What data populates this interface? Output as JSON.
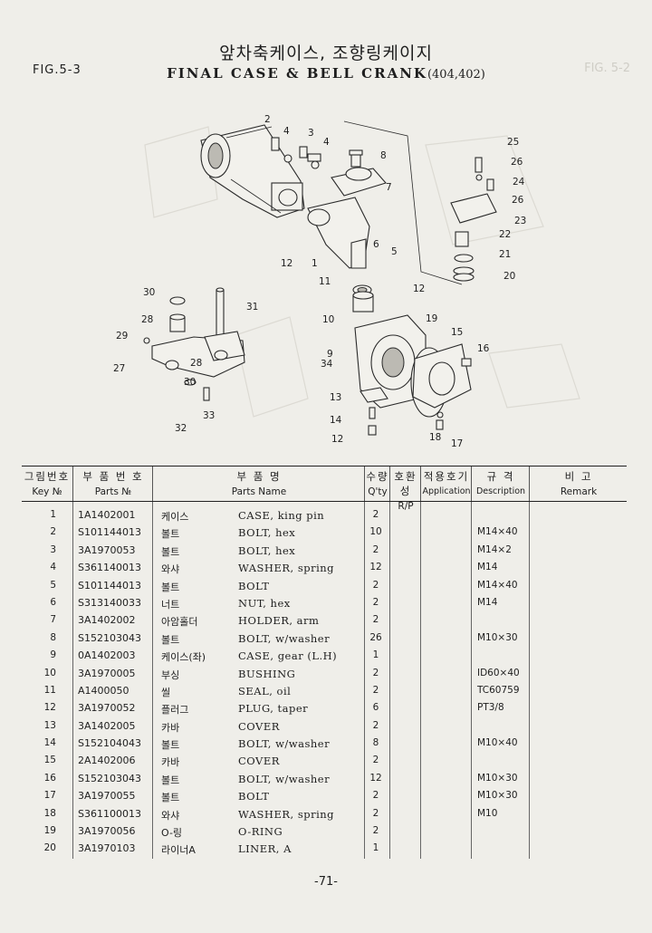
{
  "figure": {
    "label": "FIG.5-3",
    "title_ko": "앞차축케이스, 조향링케이지",
    "title_en": "FINAL CASE & BELL CRANK",
    "models": "(404,402)",
    "ghost_label": "FIG. 5-2"
  },
  "diagram": {
    "callouts": [
      "2",
      "4",
      "3",
      "4",
      "8",
      "7",
      "25",
      "26",
      "24",
      "26",
      "23",
      "22",
      "21",
      "20",
      "6",
      "5",
      "12",
      "1",
      "11",
      "10",
      "12",
      "30",
      "31",
      "28",
      "29",
      "27",
      "28",
      "30",
      "32",
      "33",
      "9",
      "34",
      "19",
      "15",
      "16",
      "13",
      "14",
      "12",
      "18",
      "17"
    ]
  },
  "table": {
    "headers": [
      {
        "ko": "그림번호",
        "en": "Key №"
      },
      {
        "ko": "부 품 번 호",
        "en": "Parts №"
      },
      {
        "ko": "부      품      명",
        "en": "Parts     Name"
      },
      {
        "ko": "수량",
        "en": "Q'ty"
      },
      {
        "ko": "호환성",
        "en": "R/P"
      },
      {
        "ko": "적용호기",
        "en": "Application"
      },
      {
        "ko": "규  격",
        "en": "Description"
      },
      {
        "ko": "비    고",
        "en": "Remark"
      }
    ],
    "rows": [
      {
        "key": "1",
        "part_no": "1A1402001",
        "name_ko": "케이스",
        "name_en": "CASE,  king pin",
        "qty": "2",
        "desc": ""
      },
      {
        "key": "2",
        "part_no": "S101144013",
        "name_ko": "볼트",
        "name_en": "BOLT, hex",
        "qty": "10",
        "desc": "M14×40"
      },
      {
        "key": "3",
        "part_no": "3A1970053",
        "name_ko": "볼트",
        "name_en": "BOLT, hex",
        "qty": "2",
        "desc": "M14×2"
      },
      {
        "key": "4",
        "part_no": "S361140013",
        "name_ko": "와샤",
        "name_en": "WASHER, spring",
        "qty": "12",
        "desc": "M14"
      },
      {
        "key": "5",
        "part_no": "S101144013",
        "name_ko": "볼트",
        "name_en": "BOLT",
        "qty": "2",
        "desc": "M14×40"
      },
      {
        "key": "6",
        "part_no": "S313140033",
        "name_ko": "너트",
        "name_en": "NUT, hex",
        "qty": "2",
        "desc": "M14"
      },
      {
        "key": "7",
        "part_no": "3A1402002",
        "name_ko": "아암홀더",
        "name_en": "HOLDER,  arm",
        "qty": "2",
        "desc": ""
      },
      {
        "key": "8",
        "part_no": "S152103043",
        "name_ko": "볼트",
        "name_en": "BOLT, w/washer",
        "qty": "26",
        "desc": "M10×30"
      },
      {
        "key": "9",
        "part_no": "0A1402003",
        "name_ko": "케이스(좌)",
        "name_en": "CASE, gear (L.H)",
        "qty": "1",
        "desc": ""
      },
      {
        "key": "10",
        "part_no": "3A1970005",
        "name_ko": "부싱",
        "name_en": "BUSHING",
        "qty": "2",
        "desc": "ID60×40"
      },
      {
        "key": "11",
        "part_no": "A1400050",
        "name_ko": "씰",
        "name_en": "SEAL, oil",
        "qty": "2",
        "desc": "TC60759"
      },
      {
        "key": "12",
        "part_no": "3A1970052",
        "name_ko": "플러그",
        "name_en": "PLUG, taper",
        "qty": "6",
        "desc": "PT3/8"
      },
      {
        "key": "13",
        "part_no": "3A1402005",
        "name_ko": "카바",
        "name_en": "COVER",
        "qty": "2",
        "desc": ""
      },
      {
        "key": "14",
        "part_no": "S152104043",
        "name_ko": "볼트",
        "name_en": "BOLT, w/washer",
        "qty": "8",
        "desc": "M10×40"
      },
      {
        "key": "15",
        "part_no": "2A1402006",
        "name_ko": "카바",
        "name_en": "COVER",
        "qty": "2",
        "desc": ""
      },
      {
        "key": "16",
        "part_no": "S152103043",
        "name_ko": "볼트",
        "name_en": "BOLT, w/washer",
        "qty": "12",
        "desc": "M10×30"
      },
      {
        "key": "17",
        "part_no": "3A1970055",
        "name_ko": "볼트",
        "name_en": "BOLT",
        "qty": "2",
        "desc": "M10×30"
      },
      {
        "key": "18",
        "part_no": "S361100013",
        "name_ko": "와샤",
        "name_en": "WASHER, spring",
        "qty": "2",
        "desc": "M10"
      },
      {
        "key": "19",
        "part_no": "3A1970056",
        "name_ko": "O-링",
        "name_en": "O-RING",
        "qty": "2",
        "desc": ""
      },
      {
        "key": "20",
        "part_no": "3A1970103",
        "name_ko": "라이너A",
        "name_en": "LINER, A",
        "qty": "1",
        "desc": ""
      }
    ]
  },
  "page_number": "-71-"
}
